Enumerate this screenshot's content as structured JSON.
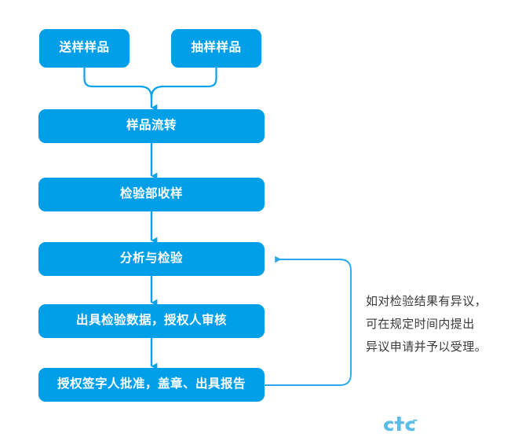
{
  "diagram": {
    "title_nodes": {
      "submit_sample": "送样样品",
      "sampling_sample": "抽样样品",
      "sample_transfer": "样品流转",
      "inspection_receive": "检验部收样",
      "analysis_inspection": "分析与检验",
      "issue_data_review": "出具检验数据，授权人审核",
      "authorized_signature_report": "授权签字人批准，盖章、出具报告"
    },
    "annotation": {
      "text": "如对检验结果有异议，\n可在规定时间内提出\n异议申请并予以受理。",
      "line1": "如对检验结果有异议，",
      "line2": "可在规定时间内提出",
      "line3": "异议申请并予以受理。"
    },
    "logo": {
      "text": "ctc"
    },
    "colors": {
      "node_fill": "#009fe8",
      "node_text": "#ffffff",
      "connector": "#0aa2e8",
      "feedback_connector": "#29a9e8",
      "annotation_text": "#3a3a3a",
      "logo": "#5bbce8",
      "background": "#ffffff"
    }
  }
}
